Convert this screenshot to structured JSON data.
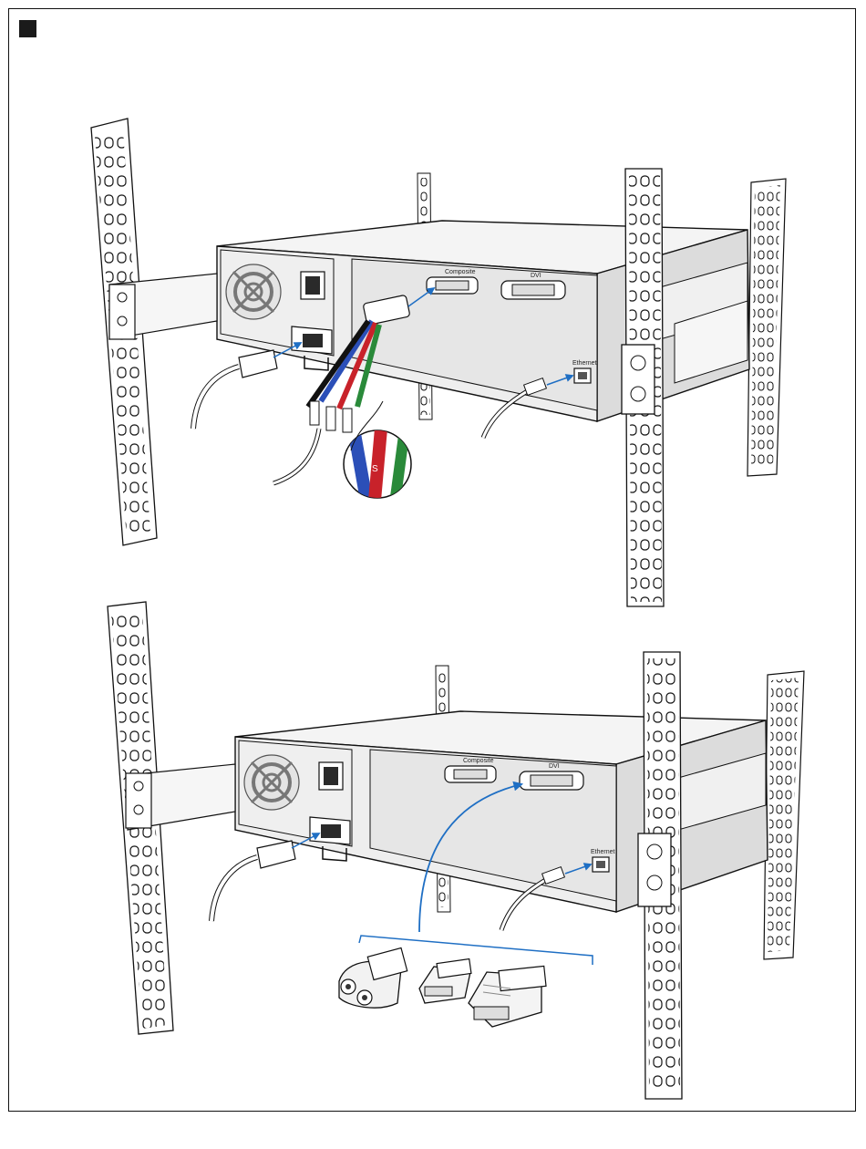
{
  "labels": {
    "composite": "Composite",
    "dvi": "DVI",
    "ethernet": "Ethernet",
    "s_video_mark": "S"
  },
  "colors": {
    "arrow": "#1f6fc4",
    "rca_blue": "#2b4fb8",
    "rca_red": "#c8222a",
    "rca_green": "#2a8a3a",
    "outline": "#1a1a1a",
    "chassis_top": "#f4f4f4",
    "chassis_side": "#dcdcdc",
    "panel": "#e8e8e8"
  },
  "icons": [
    "step-marker",
    "fan-grille-icon",
    "power-switch-icon",
    "power-inlet-icon",
    "rca-cable-icon",
    "magnifier-callout-icon",
    "dvi-adapter-icon"
  ]
}
